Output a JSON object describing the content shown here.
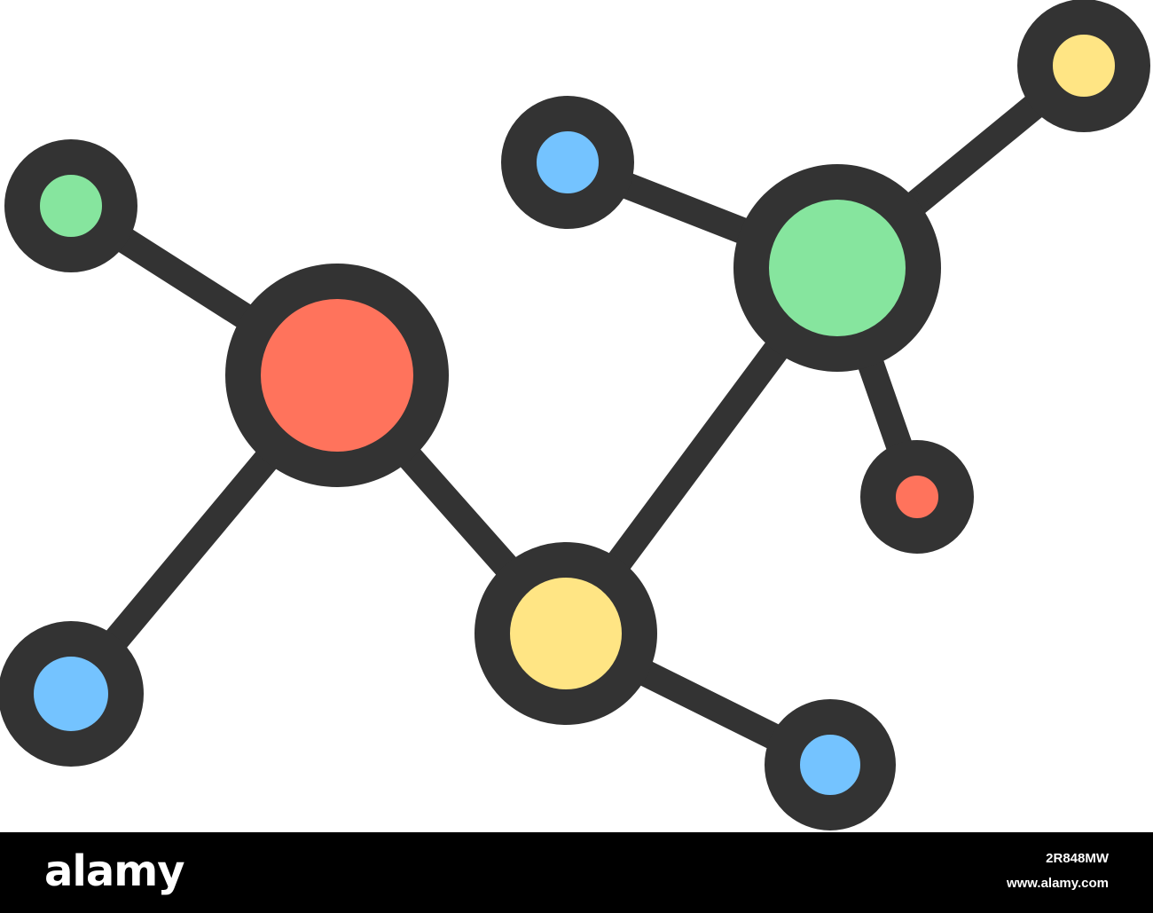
{
  "palette": {
    "outline": "#333333",
    "red": "#ff735c",
    "green": "#86e59e",
    "blue": "#74c3ff",
    "yellow": "#ffe584",
    "footer_background": "#000000",
    "footer_text": "#ffffff"
  },
  "icon": {
    "name": "molecule-network-icon",
    "atoms": [
      {
        "id": "atom-red-large",
        "color": "red"
      },
      {
        "id": "atom-green-large",
        "color": "green"
      },
      {
        "id": "atom-yellow-medium",
        "color": "yellow"
      },
      {
        "id": "atom-green-small",
        "color": "green"
      },
      {
        "id": "atom-blue-bottom-left",
        "color": "blue"
      },
      {
        "id": "atom-blue-top",
        "color": "blue"
      },
      {
        "id": "atom-yellow-small",
        "color": "yellow"
      },
      {
        "id": "atom-red-small",
        "color": "red"
      },
      {
        "id": "atom-blue-bottom-right",
        "color": "blue"
      }
    ]
  },
  "footer": {
    "logo": "alamy",
    "image_id": "2R848MW",
    "site": "www.alamy.com"
  }
}
